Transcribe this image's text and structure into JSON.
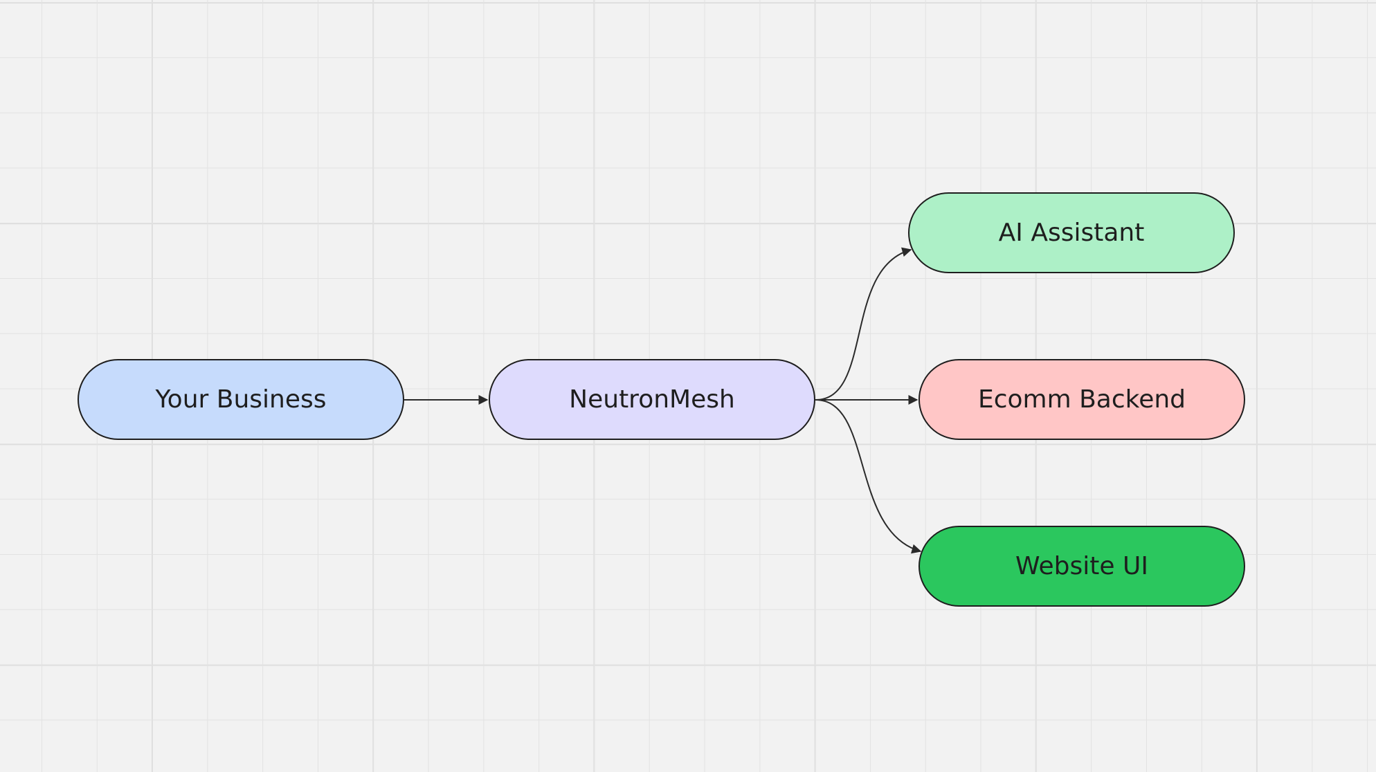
{
  "nodes": {
    "business": {
      "label": "Your Business",
      "fill": "#c6dbfc"
    },
    "neutron": {
      "label": "NeutronMesh",
      "fill": "#dedbfd"
    },
    "ai": {
      "label": "AI Assistant",
      "fill": "#adf0c7"
    },
    "ecomm": {
      "label": "Ecomm Backend",
      "fill": "#ffc6c6"
    },
    "website": {
      "label": "Website UI",
      "fill": "#2bc75e"
    }
  },
  "edges": [
    {
      "from": "business",
      "to": "neutron"
    },
    {
      "from": "neutron",
      "to": "ai"
    },
    {
      "from": "neutron",
      "to": "ecomm"
    },
    {
      "from": "neutron",
      "to": "website"
    }
  ],
  "colors": {
    "stroke": "#1e1e1e",
    "background": "#f2f2f2"
  }
}
